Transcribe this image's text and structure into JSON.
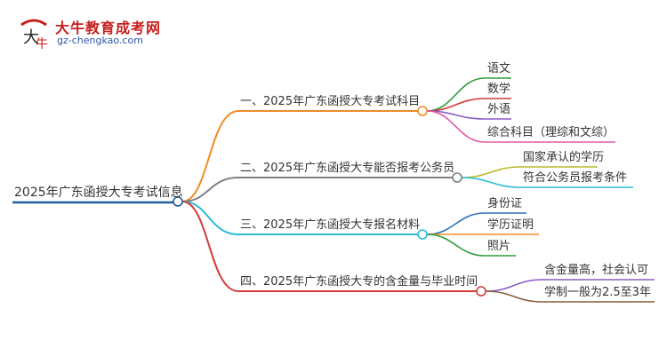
{
  "logo": {
    "title": "大牛教育成考网",
    "url_text": "gz-chengkao.com",
    "brand_red": "#c81e1e",
    "brand_blue": "#2b56a8"
  },
  "root": {
    "label": "2025年广东函授大专考试信息",
    "color": "#1f5f9e"
  },
  "branches": [
    {
      "label": "一、2025年广东函授大专考试科目",
      "color": "#f28c28",
      "children": [
        {
          "label": "语文",
          "color": "#2e9b3a"
        },
        {
          "label": "数学",
          "color": "#d63a3a"
        },
        {
          "label": "外语",
          "color": "#8a5bc4"
        },
        {
          "label": "综合科目（理综和文综）",
          "color": "#e05aa8"
        }
      ]
    },
    {
      "label": "二、2025年广东函授大专能否报考公务员",
      "color": "#808080",
      "children": [
        {
          "label": "国家承认的学历",
          "color": "#b8b82a"
        },
        {
          "label": "符合公务员报考条件",
          "color": "#2bbcd6"
        }
      ]
    },
    {
      "label": "三、2025年广东函授大专报名材料",
      "color": "#2bbcd6",
      "children": [
        {
          "label": "身份证",
          "color": "#2a72b8"
        },
        {
          "label": "学历证明",
          "color": "#f28c28"
        },
        {
          "label": "照片",
          "color": "#2e9b3a"
        }
      ]
    },
    {
      "label": "四、2025年广东函授大专的含金量与毕业时间",
      "color": "#d63a3a",
      "children": [
        {
          "label": "含金量高，社会认可",
          "color": "#8a5bc4"
        },
        {
          "label": "学制一般为2.5至3年",
          "color": "#8b5a3a"
        }
      ]
    }
  ]
}
